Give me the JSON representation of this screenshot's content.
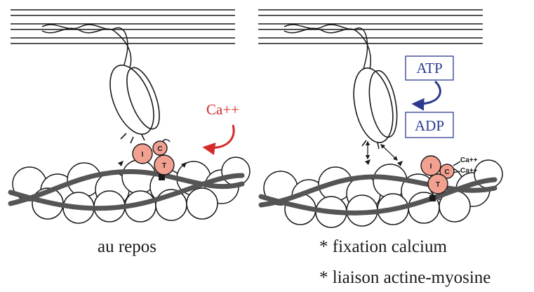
{
  "panels": {
    "left": {
      "caption": "au repos",
      "ion_label": "Ca++",
      "troponin": {
        "i": "I",
        "c": "C",
        "t": "T"
      }
    },
    "right": {
      "caption": "* fixation calcium",
      "caption_2": "* liaison actine-myosine",
      "atp_label": "ATP",
      "adp_label": "ADP",
      "ca_bound_1": "Ca++",
      "ca_bound_2": "Ca++",
      "troponin": {
        "i": "I",
        "c": "C",
        "t": "T"
      }
    }
  },
  "colors": {
    "ion_arrow": "#d42a2a",
    "atp_arrow": "#2b3a8f",
    "troponin_fill": "#f2a090",
    "line": "#1a1a1a"
  }
}
